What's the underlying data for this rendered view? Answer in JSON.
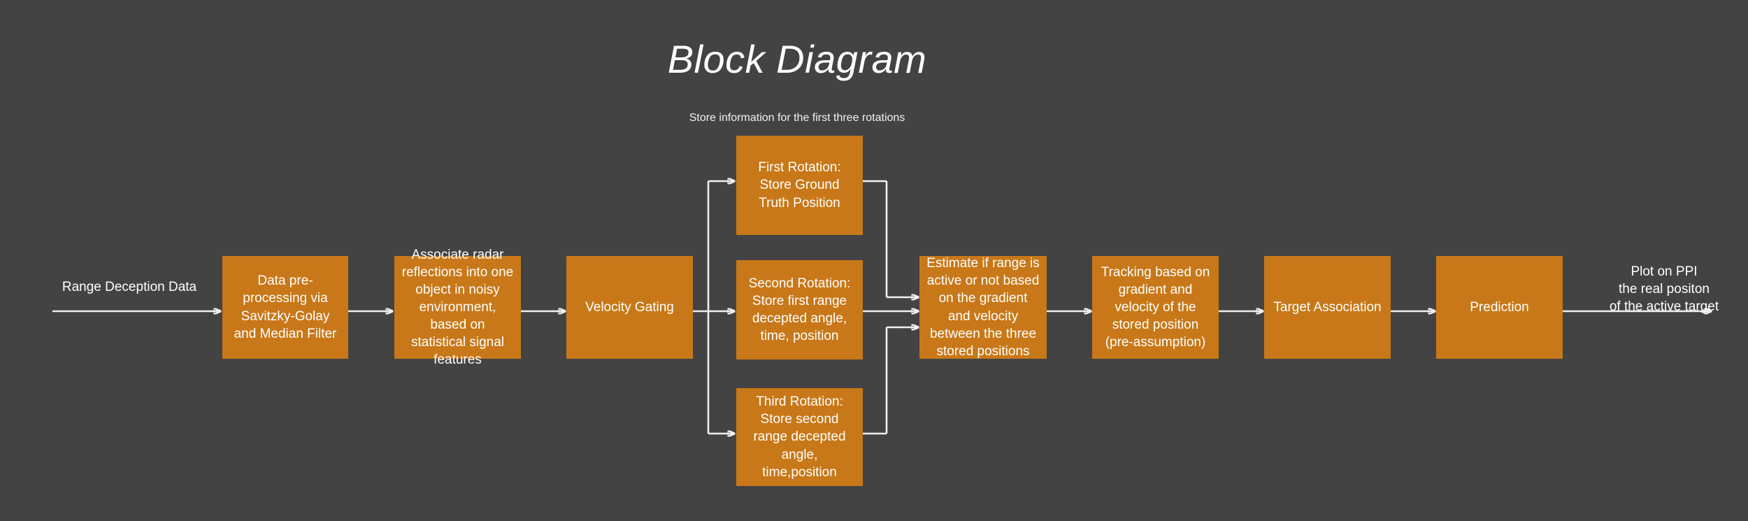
{
  "page": {
    "title": "Block Diagram",
    "background_color": "#434343",
    "node_color": "#c87818",
    "line_color": "#f0f0f0",
    "text_color": "#ffffff"
  },
  "annotations": {
    "group_label_rotations": "Store information for the first three rotations",
    "input_label": "Range Deception Data",
    "output_label": "Plot on PPI\nthe real positon\nof the active target"
  },
  "nodes": {
    "preprocessing": "Data pre-processing via Savitzky-Golay and Median Filter",
    "association": "Associate radar reflections into one object in noisy environment, based on statistical signal features",
    "velocity_gating": "Velocity Gating",
    "first_rotation": "First Rotation: Store Ground Truth Position",
    "second_rotation": "Second Rotation: Store first range decepted angle, time, position",
    "third_rotation": "Third Rotation: Store second range decepted angle, time,position",
    "estimate": "Estimate if range is active or not based on the gradient and velocity between the three stored positions",
    "tracking": "Tracking based on gradient and velocity of the stored position (pre-assumption)",
    "target_association": "Target Association",
    "prediction": "Prediction"
  },
  "flow": {
    "sequence": [
      "Range Deception Data",
      "Data pre-processing via Savitzky-Golay and Median Filter",
      "Associate radar reflections into one object in noisy environment, based on statistical signal features",
      "Velocity Gating",
      "First Rotation / Second Rotation / Third Rotation",
      "Estimate if range is active or not based on the gradient and velocity between the three stored positions",
      "Tracking based on gradient and velocity of the stored position (pre-assumption)",
      "Target Association",
      "Prediction",
      "Plot on PPI the real positon of the active target"
    ]
  }
}
